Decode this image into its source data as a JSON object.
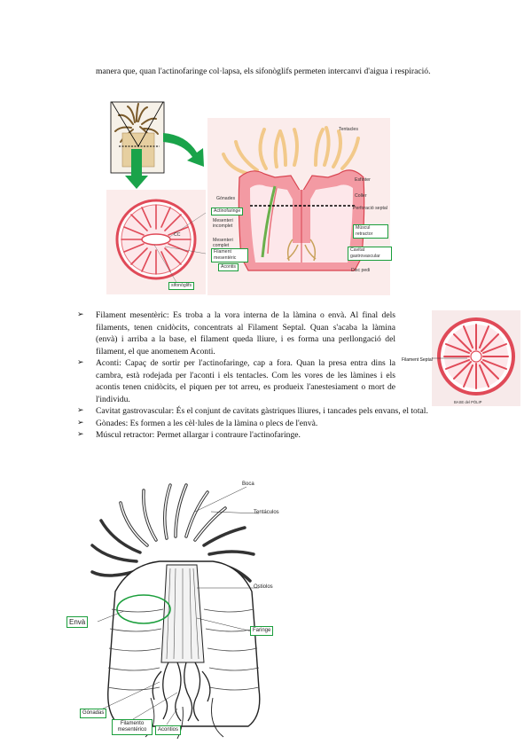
{
  "intro": {
    "text": "manera que, quan l'actinofaringe col·lapsa, els sifonòglifs permeten intercanvi d'aigua i respiració."
  },
  "figure1": {
    "labels_right": [
      "Tentacles",
      "Esfínter",
      "Coller",
      "Gònades",
      "Perforació septal",
      "Mesenteri incomplet",
      "Mesenteri complet"
    ],
    "boxed_labels": [
      "Actinofaringe",
      "Múscul retractor",
      "Filament mesentèric",
      "Cavitat gastrovascular",
      "Acontis",
      "sifonòglifs"
    ],
    "label_disc": "Disc pedi",
    "label_cc": "CC"
  },
  "bullets": [
    {
      "text": "Filament mesentèric: Es troba a la vora interna de la làmina o envà. Al final dels filaments, tenen cnidòcits, concentrats al Filament Septal. Quan s'acaba la làmina (envà) i arriba a la base, el filament queda lliure, i es forma una perllongació del filament, el que anomenem Aconti."
    },
    {
      "text": "Aconti: Capaç de sortir per l'actinofaringe, cap a fora. Quan la presa entra dins la cambra, està rodejada per l'aconti i els tentacles. Com les vores de les làmines i els acontis tenen cnidòcits, el piquen per tot arreu, es produeix l'anestesiament o mort de l'individu."
    },
    {
      "text": "Cavitat gastrovascular: És el conjunt de cavitats gàstriques lliures, i tancades pels envans, el total."
    },
    {
      "text": "Gònades: Es formen a les cèl·lules de la làmina o plecs de l'envà."
    },
    {
      "text": "Múscul retractor:  Permet allargar i contraure l'actinofaringe."
    }
  ],
  "figure2": {
    "label": "Filament Septal",
    "base": "BASE del PÒLIP"
  },
  "figure3": {
    "labels": [
      "Boca",
      "Tentáculos",
      "Ostiolos"
    ],
    "boxed": [
      "Envà",
      "Faringe",
      "Gónadas",
      "Filamento mesentérico",
      "Acontios"
    ]
  },
  "colors": {
    "accent_green": "#1a9e3b",
    "tissue_pink": "#e8717a",
    "background_pink": "#fbeceb"
  }
}
